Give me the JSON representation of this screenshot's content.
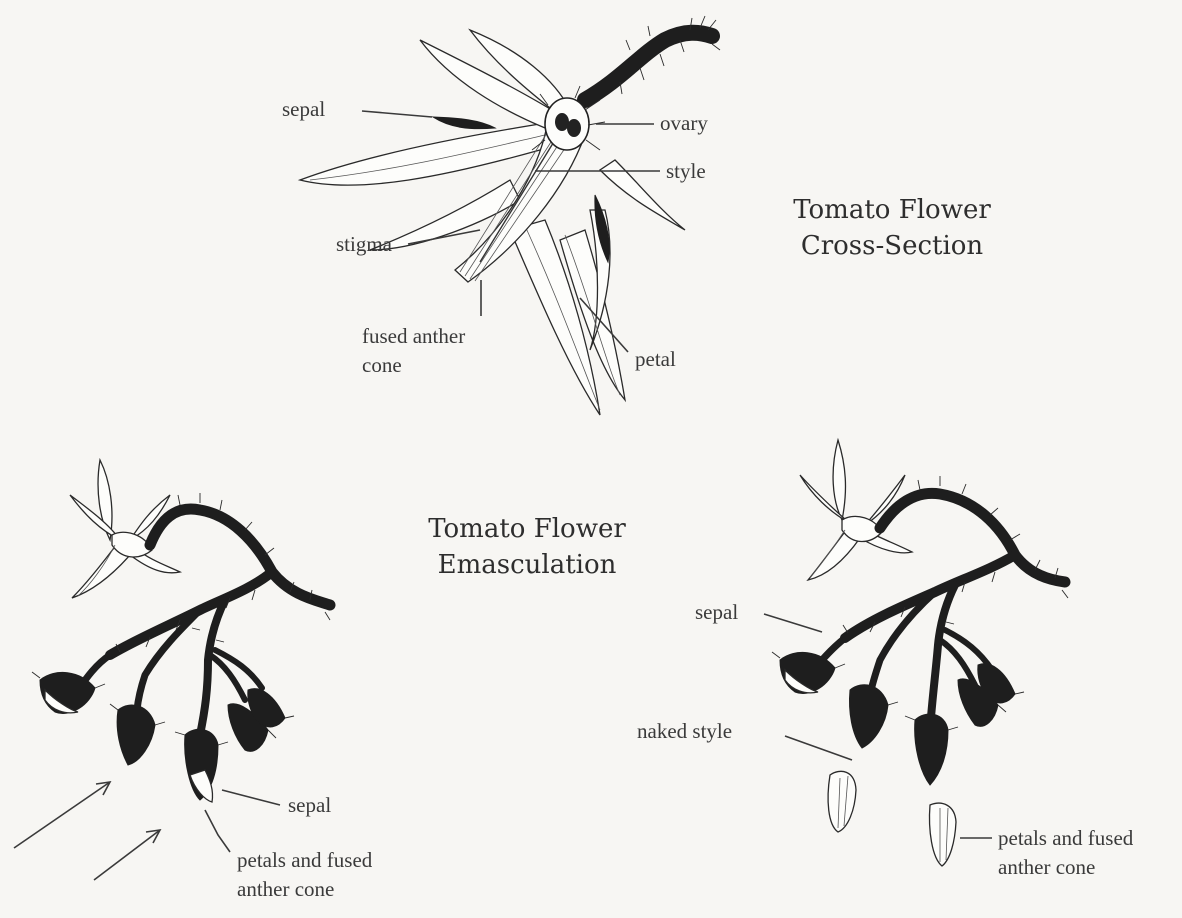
{
  "titles": {
    "cross_section": [
      "Tomato Flower",
      "Cross-Section"
    ],
    "emasculation": [
      "Tomato Flower",
      "Emasculation"
    ]
  },
  "labels": {
    "cs_sepal": "sepal",
    "cs_ovary": "ovary",
    "cs_style": "style",
    "cs_stigma": "stigma",
    "cs_fused_anther_cone": [
      "fused anther",
      "cone"
    ],
    "cs_petal": "petal",
    "left_sepal": "sepal",
    "left_petals_anther": [
      "petals and fused",
      "anther cone"
    ],
    "right_sepal": "sepal",
    "right_naked_style": "naked style",
    "right_petals_anther": [
      "petals and fused",
      "anther cone"
    ]
  }
}
